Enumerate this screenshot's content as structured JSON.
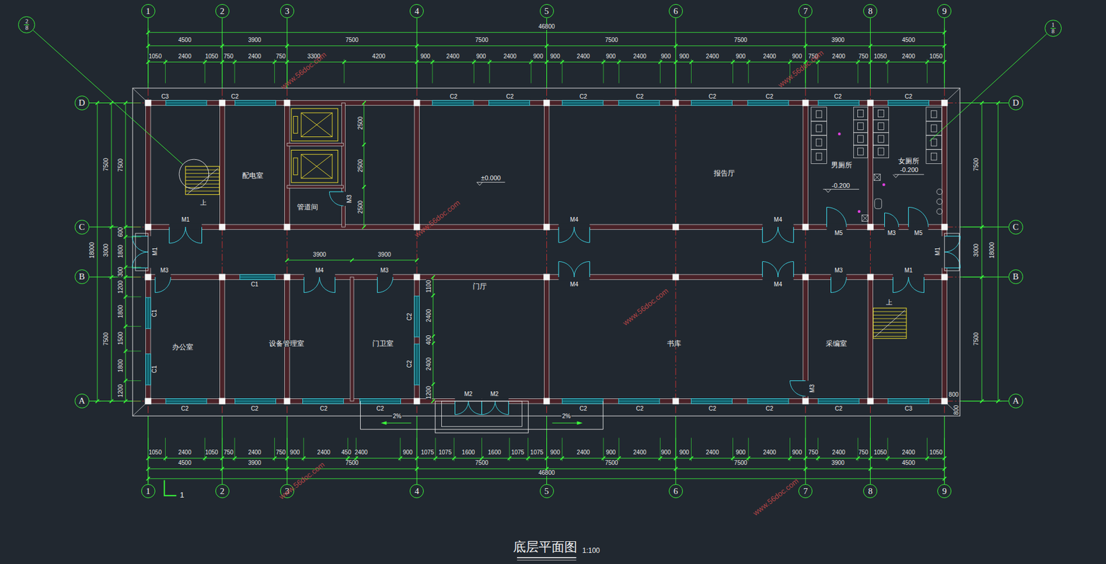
{
  "diagram": {
    "title": "底层平面图",
    "nodes": [
      {
        "text": [
          "1"
        ]
      },
      {
        "text": [
          "2"
        ]
      },
      {
        "text": [
          "3"
        ]
      },
      {
        "text": [
          "4"
        ]
      },
      {
        "text": [
          "5"
        ]
      },
      {
        "text": [
          "6"
        ]
      },
      {
        "text": [
          "7"
        ]
      },
      {
        "text": [
          "8"
        ]
      },
      {
        "text": [
          "9"
        ]
      },
      {
        "text": [
          "2",
          "8"
        ]
      },
      {
        "text": [
          "1",
          "8"
        ]
      },
      {
        "text": [
          "D"
        ]
      },
      {
        "text": [
          "D"
        ]
      },
      {
        "text": [
          "C"
        ]
      },
      {
        "text": [
          "C"
        ]
      },
      {
        "text": [
          "B"
        ]
      },
      {
        "text": [
          "B"
        ]
      },
      {
        "text": [
          "A"
        ]
      },
      {
        "text": [
          "A"
        ]
      },
      {
        "text": [
          "1"
        ]
      },
      {
        "text": [
          "2"
        ]
      },
      {
        "text": [
          "3"
        ]
      },
      {
        "text": [
          "4"
        ]
      },
      {
        "text": [
          "5"
        ]
      },
      {
        "text": [
          "6"
        ]
      },
      {
        "text": [
          "7"
        ]
      },
      {
        "text": [
          "8"
        ]
      },
      {
        "text": [
          "9"
        ]
      }
    ],
    "edges": [
      {
        "from": 0,
        "to": 19,
        "arrow": "none"
      },
      {
        "from": 1,
        "to": 20,
        "arrow": "none"
      },
      {
        "from": 2,
        "to": 21,
        "arrow": "none"
      },
      {
        "from": 3,
        "to": 22,
        "arrow": "none"
      },
      {
        "from": 4,
        "to": 23,
        "arrow": "none"
      },
      {
        "from": 5,
        "to": 24,
        "arrow": "none"
      },
      {
        "from": 6,
        "to": 25,
        "arrow": "none"
      },
      {
        "from": 7,
        "to": 26,
        "arrow": "none"
      },
      {
        "from": 8,
        "to": 27,
        "arrow": "none"
      },
      {
        "from": 11,
        "to": 12,
        "arrow": "none"
      },
      {
        "from": 13,
        "to": 14,
        "arrow": "none"
      },
      {
        "from": 15,
        "to": 16,
        "arrow": "none"
      },
      {
        "from": 17,
        "to": 18,
        "arrow": "none"
      }
    ],
    "labels": [
      "46800",
      "4500",
      "3900",
      "7500",
      "7500",
      "7500",
      "7500",
      "3900",
      "4500",
      "1050",
      "2400",
      "1050",
      "750",
      "2400",
      "750",
      "3300",
      "4200",
      "900",
      "2400",
      "900",
      "2400",
      "900",
      "900",
      "2400",
      "900",
      "2400",
      "900",
      "900",
      "2400",
      "900",
      "2400",
      "900",
      "750",
      "2400",
      "750",
      "1050",
      "2400",
      "1050",
      "1050",
      "2400",
      "1050",
      "750",
      "2400",
      "750",
      "900",
      "2400",
      "450",
      "2400",
      "900",
      "1075",
      "1075",
      "1600",
      "1600",
      "1075",
      "1075",
      "900",
      "2400",
      "900",
      "2400",
      "900",
      "900",
      "2400",
      "900",
      "2400",
      "900",
      "750",
      "2400",
      "750",
      "1050",
      "2400",
      "1050",
      "4500",
      "3900",
      "7500",
      "7500",
      "7500",
      "7500",
      "3900",
      "4500",
      "46800",
      "18000",
      "7500",
      "3000",
      "7500",
      "7500",
      "600",
      "1800",
      "300",
      "1200",
      "1800",
      "1500",
      "1800",
      "1200",
      "7500",
      "3000",
      "7500",
      "18000",
      "2500",
      "2500",
      "2500",
      "3900",
      "3900",
      "1100",
      "2400",
      "400",
      "2400",
      "1200",
      "800",
      "800",
      "配电室",
      "管道间",
      "±0.000",
      "报告厅",
      "男厕所",
      "女厕所",
      "-0.200",
      "-0.200",
      "门厅",
      "办公室",
      "设备管理室",
      "门卫室",
      "书库",
      "采编室",
      "C3",
      "C2",
      "C2",
      "C2",
      "C2",
      "C2",
      "C2",
      "C2",
      "C2",
      "C2",
      "C2",
      "C2",
      "C2",
      "C2",
      "C2",
      "C2",
      "C2",
      "C2",
      "C2",
      "C3",
      "M1",
      "M4",
      "M4",
      "M5",
      "M3",
      "M5",
      "M3",
      "M1",
      "M1",
      "M3",
      "C1",
      "M4",
      "M3",
      "M4",
      "M4",
      "M3",
      "M1",
      "C1",
      "C1",
      "C2",
      "C2",
      "M3",
      "M2",
      "M2",
      "上",
      "上",
      "2%",
      "2%",
      "1",
      "1:100",
      "www.56doc.com",
      "www.56doc.com",
      "www.56doc.com",
      "www.56doc.com",
      "www.56doc.com",
      "www.56doc.com"
    ]
  }
}
